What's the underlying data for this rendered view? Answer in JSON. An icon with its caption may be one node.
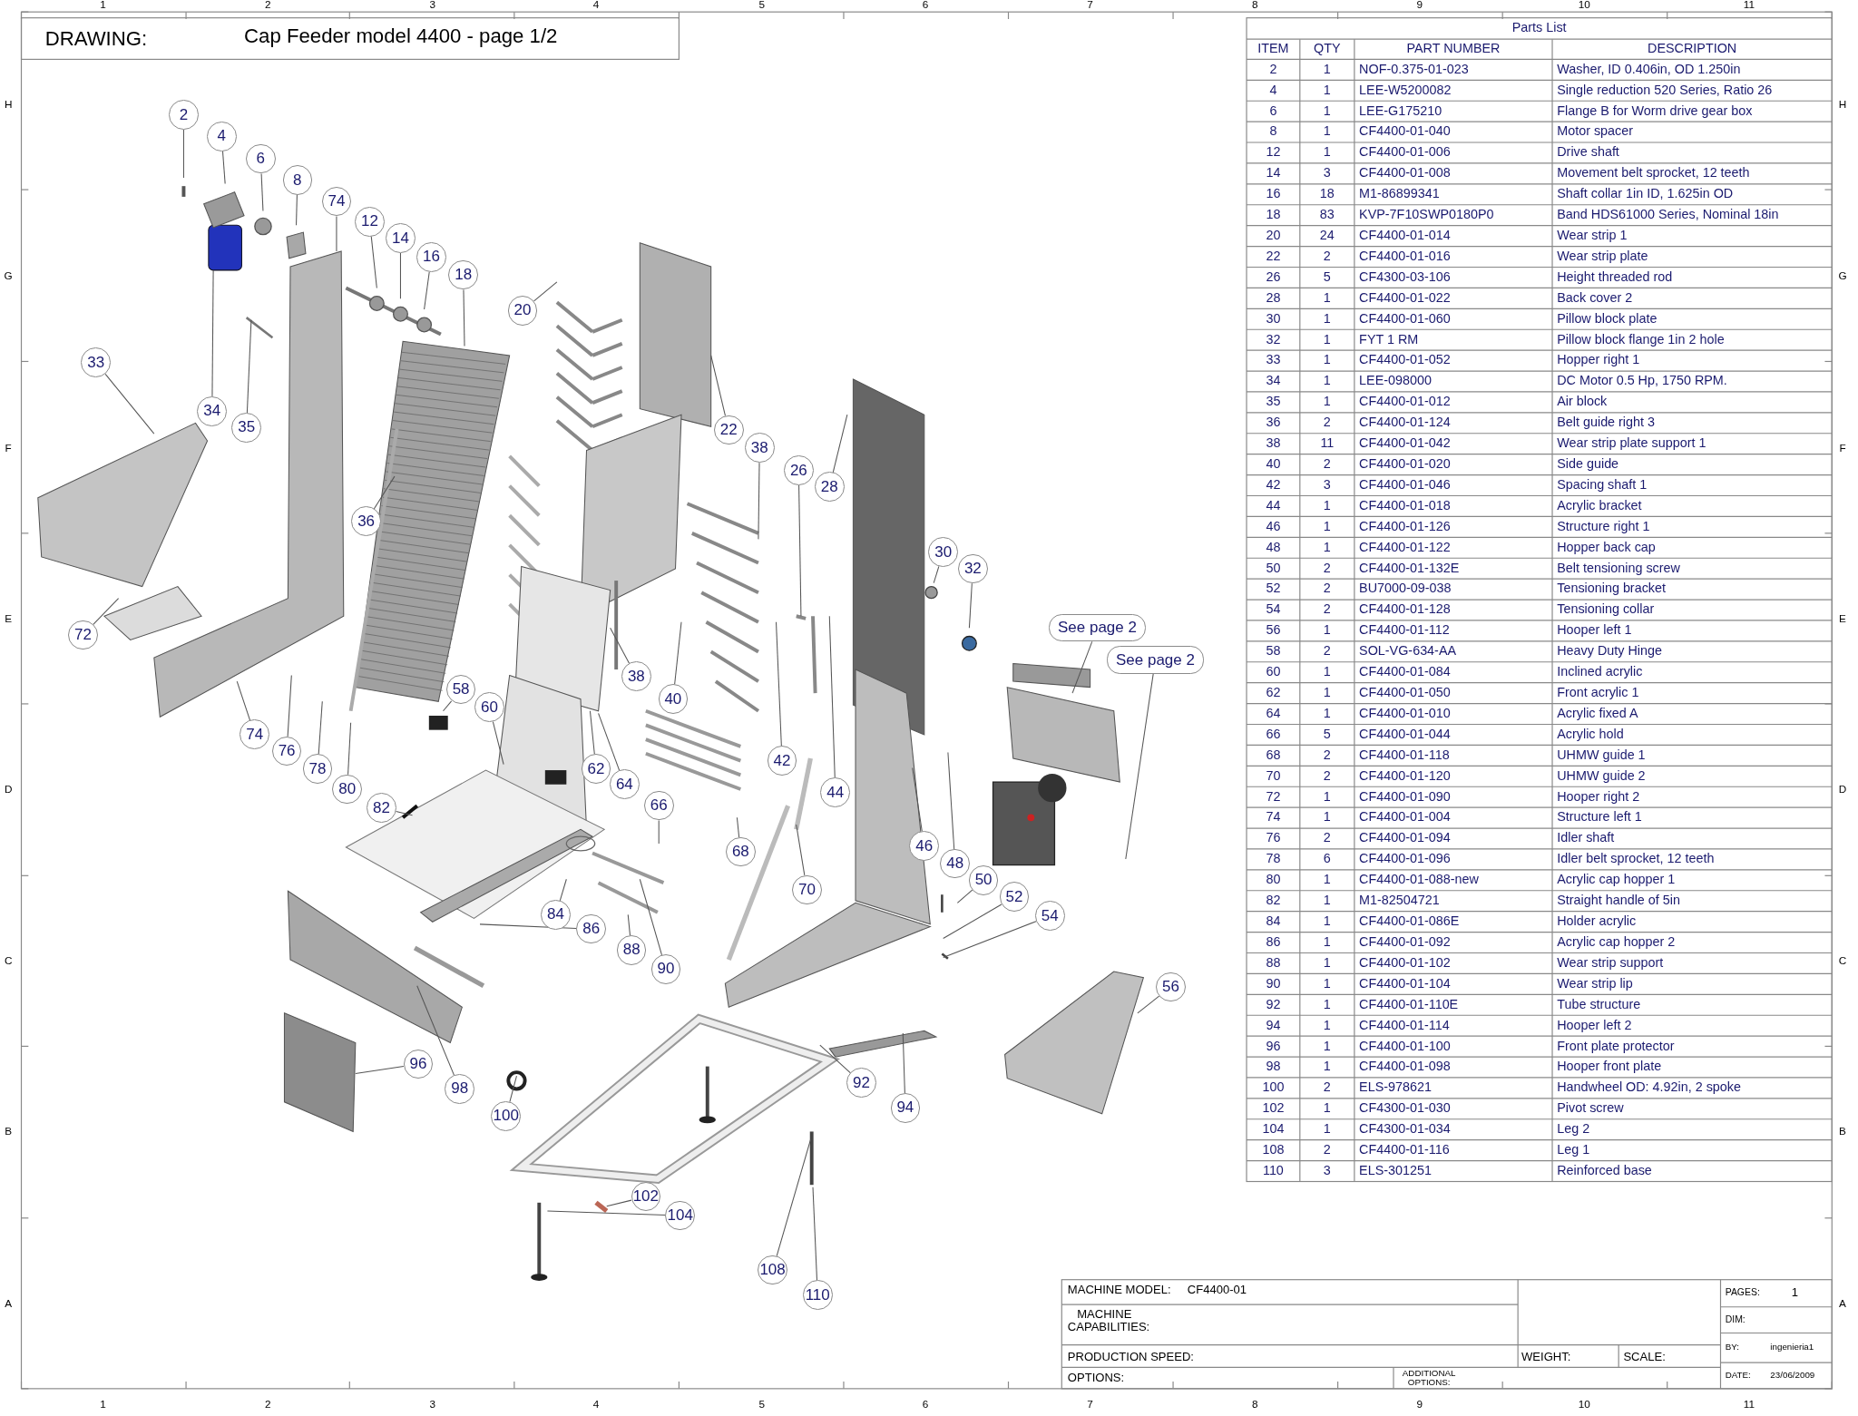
{
  "diagram": {
    "title": "Cap Feeder model 4400 - page 1/2",
    "nodes": [
      {
        "text": [
          "2"
        ]
      },
      {
        "text": [
          "4"
        ]
      },
      {
        "text": [
          "6"
        ]
      },
      {
        "text": [
          "8"
        ]
      },
      {
        "text": [
          "74"
        ]
      },
      {
        "text": [
          "12"
        ]
      },
      {
        "text": [
          "14"
        ]
      },
      {
        "text": [
          "16"
        ]
      },
      {
        "text": [
          "18"
        ]
      },
      {
        "text": [
          "20"
        ]
      },
      {
        "text": [
          "22"
        ]
      },
      {
        "text": [
          "38"
        ]
      },
      {
        "text": [
          "26"
        ]
      },
      {
        "text": [
          "28"
        ]
      },
      {
        "text": [
          "33"
        ]
      },
      {
        "text": [
          "34"
        ]
      },
      {
        "text": [
          "35"
        ]
      },
      {
        "text": [
          "36"
        ]
      },
      {
        "text": [
          "30"
        ]
      },
      {
        "text": [
          "32"
        ]
      },
      {
        "text": [
          "72"
        ]
      },
      {
        "text": [
          "See page 2"
        ]
      },
      {
        "text": [
          "See page 2"
        ]
      },
      {
        "text": [
          "58"
        ]
      },
      {
        "text": [
          "60"
        ]
      },
      {
        "text": [
          "38"
        ]
      },
      {
        "text": [
          "40"
        ]
      },
      {
        "text": [
          "74"
        ]
      },
      {
        "text": [
          "76"
        ]
      },
      {
        "text": [
          "78"
        ]
      },
      {
        "text": [
          "80"
        ]
      },
      {
        "text": [
          "82"
        ]
      },
      {
        "text": [
          "62"
        ]
      },
      {
        "text": [
          "64"
        ]
      },
      {
        "text": [
          "42"
        ]
      },
      {
        "text": [
          "66"
        ]
      },
      {
        "text": [
          "44"
        ]
      },
      {
        "text": [
          "46"
        ]
      },
      {
        "text": [
          "48"
        ]
      },
      {
        "text": [
          "50"
        ]
      },
      {
        "text": [
          "52"
        ]
      },
      {
        "text": [
          "54"
        ]
      },
      {
        "text": [
          "68"
        ]
      },
      {
        "text": [
          "70"
        ]
      },
      {
        "text": [
          "84"
        ]
      },
      {
        "text": [
          "86"
        ]
      },
      {
        "text": [
          "88"
        ]
      },
      {
        "text": [
          "90"
        ]
      },
      {
        "text": [
          "56"
        ]
      },
      {
        "text": [
          "92"
        ]
      },
      {
        "text": [
          "94"
        ]
      },
      {
        "text": [
          "96"
        ]
      },
      {
        "text": [
          "98"
        ]
      },
      {
        "text": [
          "100"
        ]
      },
      {
        "text": [
          "102"
        ]
      },
      {
        "text": [
          "104"
        ]
      },
      {
        "text": [
          "108"
        ]
      },
      {
        "text": [
          "110"
        ]
      }
    ],
    "edges": [
      {
        "from": 0,
        "to": null,
        "arrow": "none"
      },
      {
        "from": 1,
        "to": null,
        "arrow": "none"
      },
      {
        "from": 2,
        "to": null,
        "arrow": "none"
      },
      {
        "from": 3,
        "to": null,
        "arrow": "none"
      },
      {
        "from": 4,
        "to": null,
        "arrow": "none"
      },
      {
        "from": 5,
        "to": null,
        "arrow": "none"
      },
      {
        "from": 6,
        "to": null,
        "arrow": "none"
      },
      {
        "from": 7,
        "to": null,
        "arrow": "none"
      },
      {
        "from": 8,
        "to": null,
        "arrow": "none"
      },
      {
        "from": 9,
        "to": null,
        "arrow": "none"
      },
      {
        "from": 10,
        "to": null,
        "arrow": "none"
      },
      {
        "from": 11,
        "to": null,
        "arrow": "none"
      },
      {
        "from": 12,
        "to": null,
        "arrow": "none"
      },
      {
        "from": 13,
        "to": null,
        "arrow": "none"
      },
      {
        "from": 14,
        "to": null,
        "arrow": "none"
      },
      {
        "from": 15,
        "to": null,
        "arrow": "none"
      },
      {
        "from": 16,
        "to": null,
        "arrow": "none"
      },
      {
        "from": 17,
        "to": null,
        "arrow": "none"
      },
      {
        "from": 18,
        "to": null,
        "arrow": "none"
      },
      {
        "from": 19,
        "to": null,
        "arrow": "none"
      },
      {
        "from": 20,
        "to": null,
        "arrow": "none"
      },
      {
        "from": 21,
        "to": null,
        "arrow": "none"
      },
      {
        "from": 22,
        "to": null,
        "arrow": "none"
      },
      {
        "from": 23,
        "to": null,
        "arrow": "none"
      },
      {
        "from": 24,
        "to": null,
        "arrow": "none"
      },
      {
        "from": 25,
        "to": null,
        "arrow": "none"
      },
      {
        "from": 26,
        "to": null,
        "arrow": "none"
      },
      {
        "from": 27,
        "to": null,
        "arrow": "none"
      },
      {
        "from": 28,
        "to": null,
        "arrow": "none"
      },
      {
        "from": 29,
        "to": null,
        "arrow": "none"
      },
      {
        "from": 30,
        "to": null,
        "arrow": "none"
      },
      {
        "from": 31,
        "to": null,
        "arrow": "none"
      },
      {
        "from": 32,
        "to": null,
        "arrow": "none"
      },
      {
        "from": 33,
        "to": null,
        "arrow": "none"
      },
      {
        "from": 34,
        "to": null,
        "arrow": "none"
      },
      {
        "from": 35,
        "to": null,
        "arrow": "none"
      },
      {
        "from": 36,
        "to": null,
        "arrow": "none"
      },
      {
        "from": 37,
        "to": null,
        "arrow": "none"
      },
      {
        "from": 38,
        "to": null,
        "arrow": "none"
      },
      {
        "from": 39,
        "to": null,
        "arrow": "none"
      },
      {
        "from": 40,
        "to": null,
        "arrow": "none"
      },
      {
        "from": 41,
        "to": null,
        "arrow": "none"
      },
      {
        "from": 42,
        "to": null,
        "arrow": "none"
      },
      {
        "from": 43,
        "to": null,
        "arrow": "none"
      },
      {
        "from": 44,
        "to": null,
        "arrow": "none"
      },
      {
        "from": 45,
        "to": null,
        "arrow": "none"
      },
      {
        "from": 46,
        "to": null,
        "arrow": "none"
      },
      {
        "from": 47,
        "to": null,
        "arrow": "none"
      },
      {
        "from": 48,
        "to": null,
        "arrow": "none"
      },
      {
        "from": 49,
        "to": null,
        "arrow": "none"
      },
      {
        "from": 50,
        "to": null,
        "arrow": "none"
      },
      {
        "from": 51,
        "to": null,
        "arrow": "none"
      },
      {
        "from": 52,
        "to": null,
        "arrow": "none"
      },
      {
        "from": 53,
        "to": null,
        "arrow": "none"
      },
      {
        "from": 54,
        "to": null,
        "arrow": "none"
      },
      {
        "from": 55,
        "to": null,
        "arrow": "none"
      },
      {
        "from": 56,
        "to": null,
        "arrow": "none"
      },
      {
        "from": 57,
        "to": null,
        "arrow": "none"
      }
    ],
    "labels": [
      "1",
      "2",
      "3",
      "4",
      "5",
      "6",
      "7",
      "8",
      "9",
      "10",
      "11",
      "DRAWING:",
      "Parts List",
      "ITEM",
      "QTY",
      "PART NUMBER",
      "DESCRIPTION",
      "2",
      "1",
      "NOF-0.375-01-023",
      "Washer, ID 0.406in, OD 1.250in",
      "4",
      "1",
      "LEE-W5200082",
      "Single reduction 520 Series, Ratio 26",
      "6",
      "1",
      "LEE-G175210",
      "Flange B for Worm drive gear box",
      "8",
      "1",
      "CF4400-01-040",
      "Motor spacer",
      "12",
      "1",
      "CF4400-01-006",
      "Drive shaft",
      "14",
      "3",
      "CF4400-01-008",
      "Movement belt sprocket, 12 teeth",
      "16",
      "18",
      "M1-86899341",
      "Shaft collar 1in ID, 1.625in OD",
      "18",
      "83",
      "KVP-7F10SWP0180P0",
      "Band HDS61000 Series, Nominal 18in",
      "20",
      "24",
      "CF4400-01-014",
      "Wear strip 1",
      "22",
      "2",
      "CF4400-01-016",
      "Wear strip plate",
      "26",
      "5",
      "CF4300-03-106",
      "Height threaded rod",
      "28",
      "1",
      "CF4400-01-022",
      "Back cover 2",
      "30",
      "1",
      "CF4400-01-060",
      "Pillow block plate",
      "32",
      "1",
      "FYT 1 RM",
      "Pillow block flange 1in 2 hole",
      "33",
      "1",
      "CF4400-01-052",
      "Hopper right 1",
      "34",
      "1",
      "LEE-098000",
      "DC Motor 0.5 Hp, 1750 RPM.",
      "35",
      "1",
      "CF4400-01-012",
      "Air block",
      "36",
      "2",
      "CF4400-01-124",
      "Belt guide right 3",
      "38",
      "11",
      "CF4400-01-042",
      "Wear strip plate support 1",
      "40",
      "2",
      "CF4400-01-020",
      "Side guide",
      "42",
      "3",
      "CF4400-01-046",
      "Spacing shaft 1",
      "44",
      "1",
      "CF4400-01-018",
      "Acrylic bracket",
      "46",
      "1",
      "CF4400-01-126",
      "Structure right 1",
      "48",
      "1",
      "CF4400-01-122",
      "Hopper back cap",
      "50",
      "2",
      "CF4400-01-132E",
      "Belt tensioning screw",
      "52",
      "2",
      "BU7000-09-038",
      "Tensioning bracket",
      "54",
      "2",
      "CF4400-01-128",
      "Tensioning collar",
      "56",
      "1",
      "CF4400-01-112",
      "Hooper left 1",
      "58",
      "2",
      "SOL-VG-634-AA",
      "Heavy Duty Hinge",
      "60",
      "1",
      "CF4400-01-084",
      "Inclined acrylic",
      "62",
      "1",
      "CF4400-01-050",
      "Front acrylic 1",
      "64",
      "1",
      "CF4400-01-010",
      "Acrylic fixed A",
      "66",
      "5",
      "CF4400-01-044",
      "Acrylic hold",
      "68",
      "2",
      "CF4400-01-118",
      "UHMW guide 1",
      "70",
      "2",
      "CF4400-01-120",
      "UHMW guide 2",
      "72",
      "1",
      "CF4400-01-090",
      "Hooper right 2",
      "74",
      "1",
      "CF4400-01-004",
      "Structure left 1",
      "76",
      "2",
      "CF4400-01-094",
      "Idler shaft",
      "78",
      "6",
      "CF4400-01-096",
      "Idler belt sprocket, 12 teeth",
      "80",
      "1",
      "CF4400-01-088-new",
      "Acrylic cap hopper 1",
      "82",
      "1",
      "M1-82504721",
      "Straight handle of 5in",
      "84",
      "1",
      "CF4400-01-086E",
      "Holder acrylic",
      "86",
      "1",
      "CF4400-01-092",
      "Acrylic cap hopper 2",
      "88",
      "1",
      "CF4400-01-102",
      "Wear strip support",
      "90",
      "1",
      "CF4400-01-104",
      "Wear strip lip",
      "92",
      "1",
      "CF4400-01-110E",
      "Tube structure",
      "94",
      "1",
      "CF4400-01-114",
      "Hooper left 2",
      "96",
      "1",
      "CF4400-01-100",
      "Front plate protector",
      "98",
      "1",
      "CF4400-01-098",
      "Hooper front plate",
      "100",
      "2",
      "ELS-978621",
      "Handwheel OD: 4.92in, 2 spoke",
      "102",
      "1",
      "CF4300-01-030",
      "Pivot screw",
      "104",
      "1",
      "CF4300-01-034",
      "Leg 2",
      "108",
      "2",
      "CF4400-01-116",
      "Leg 1",
      "110",
      "3",
      "ELS-301251",
      "Reinforced base",
      "H",
      "G",
      "F",
      "E",
      "D",
      "C",
      "B",
      "A",
      "H",
      "G",
      "F",
      "E",
      "D",
      "C",
      "B",
      "A",
      "MACHINE MODEL:",
      "CF4400-01",
      "MACHINE CAPABILITIES:",
      "PAGES:",
      "1",
      "DIM:",
      "PRODUCTION SPEED:",
      "WEIGHT:",
      "SCALE:",
      "BY:",
      "ingenieria1",
      "OPTIONS:",
      "ADDITIONAL OPTIONS:",
      "DATE:",
      "23/06/2009",
      "1",
      "2",
      "3",
      "4",
      "5",
      "6",
      "7",
      "8",
      "9",
      "10",
      "11"
    ]
  }
}
